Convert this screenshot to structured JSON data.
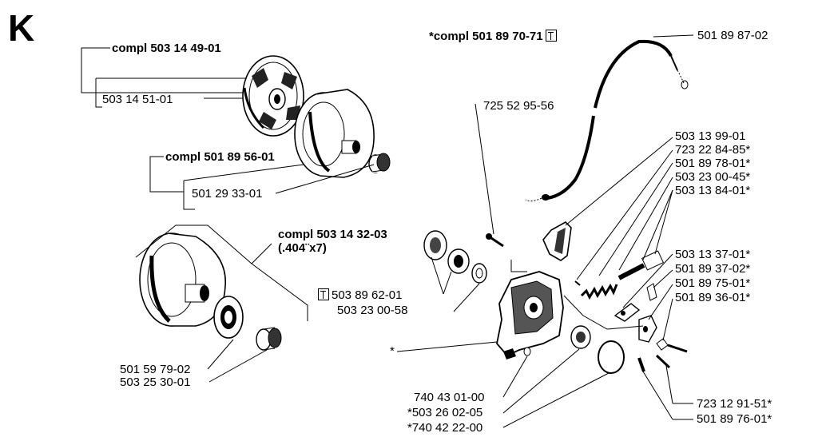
{
  "section": "K",
  "kits": {
    "clutch_kit": "compl 503 14 49-01",
    "drum_kit": "compl 501 89 56-01",
    "rim_sprocket_kit": "compl 503 14 32-03",
    "rim_sprocket_size": "(.404¨x7)",
    "oil_pump_kit": "*compl 501 89 70-71"
  },
  "parts_left": {
    "clutch_spring": "503 14 51-01",
    "needle_bearing_a": "501 29 33-01",
    "rim_sprocket": "501 59 79-02",
    "needle_bearing_b": "503 25 30-01"
  },
  "parts_center": {
    "drive_gear_tool": "503 89 62-01",
    "washer": "503 23 00-58",
    "pump_screw": "725 52 95-56",
    "marker": "*"
  },
  "parts_right": {
    "oil_hose": "501 89 87-02",
    "cover": "503 13 99-01",
    "p723_22_84_85": "723 22 84-85*",
    "p501_89_78_01": "501 89 78-01*",
    "p503_23_00_45": "503 23 00-45*",
    "p503_13_84_01": "503 13 84-01*",
    "p503_13_37_01": "503 13 37-01*",
    "p501_89_37_02": "501 89 37-02*",
    "p501_89_75_01": "501 89 75-01*",
    "p501_89_36_01": "501 89 36-01*",
    "p723_12_91_51": "723 12 91-51*",
    "p501_89_76_01": "501 89 76-01*"
  },
  "parts_bottom": {
    "p740_43_01_00": "740 43 01-00",
    "p503_26_02_05": "*503 26 02-05",
    "p740_42_22_00": "*740 42 22-00"
  }
}
